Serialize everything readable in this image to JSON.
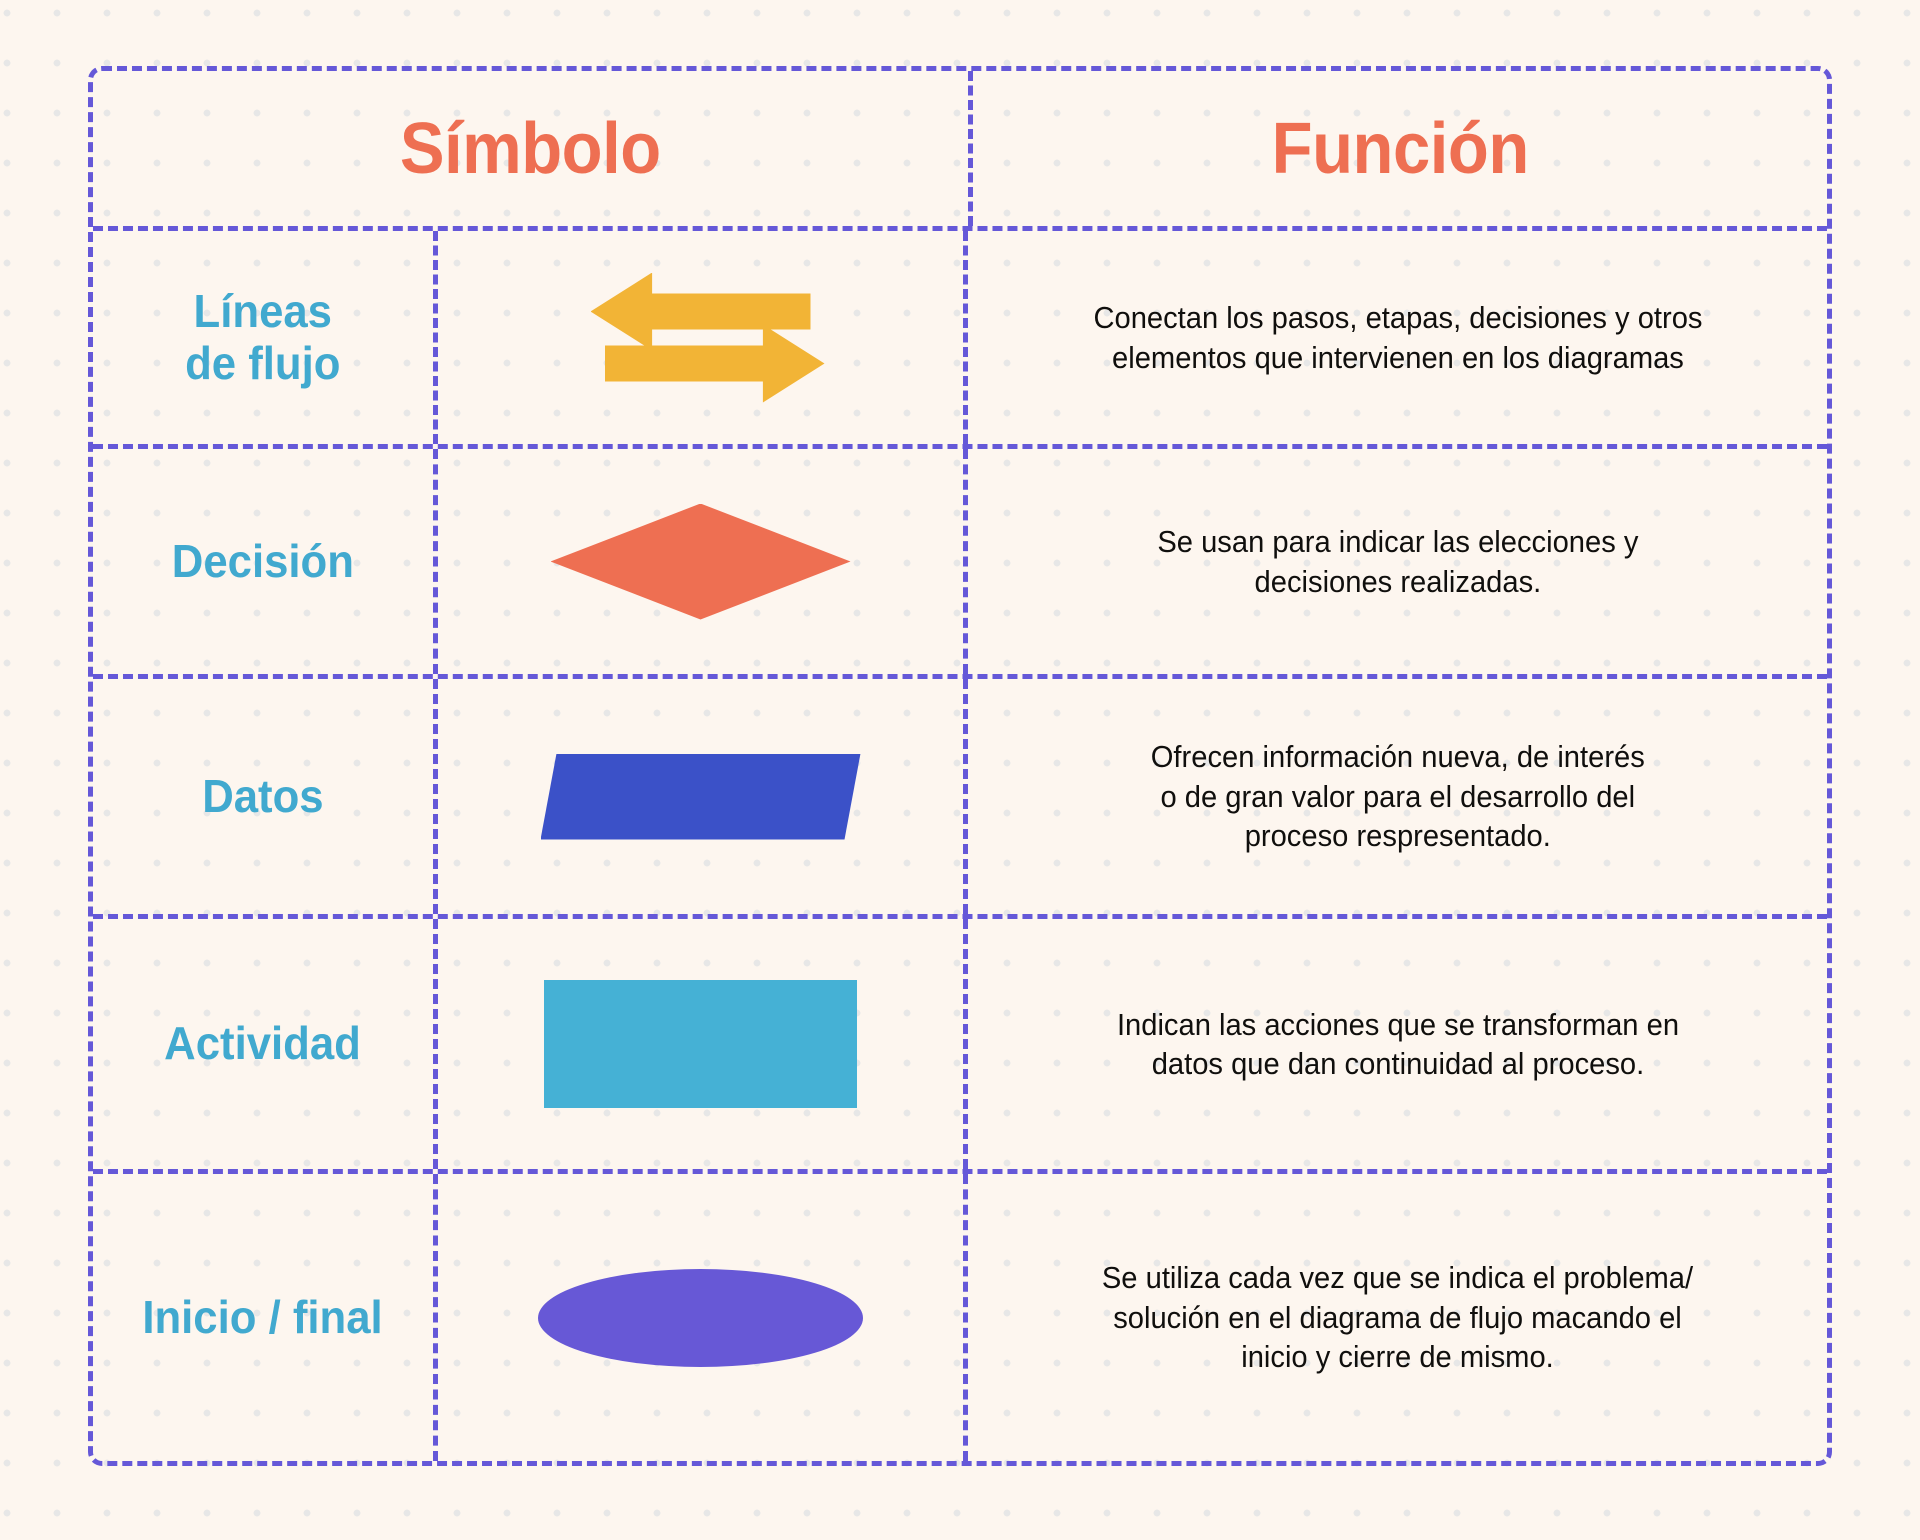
{
  "background": {
    "color": "#fdf6ef",
    "dot_color": "#dfe2e4",
    "border_color": "#6558d8"
  },
  "palette": {
    "header_accent": "#ee6f52",
    "label_accent": "#41a9cf",
    "arrow": "#f2b436",
    "diamond": "#ee6f52",
    "parallelogram": "#3b51c8",
    "rectangle": "#45b1d5",
    "ellipse": "#6758d6",
    "text": "#100f0d"
  },
  "header": {
    "symbol": "Símbolo",
    "function": "Función"
  },
  "rows": [
    {
      "label": "Líneas\nde flujo",
      "shape": "double-arrows",
      "description": "Conectan los pasos, etapas, decisiones y otros\nelementos que intervienen en los diagramas"
    },
    {
      "label": "Decisión",
      "shape": "diamond",
      "description": "Se usan para indicar las elecciones y\ndecisiones realizadas."
    },
    {
      "label": "Datos",
      "shape": "parallelogram",
      "description": "Ofrecen información nueva, de interés\no de gran valor para el desarrollo del\nproceso respresentado."
    },
    {
      "label": "Actividad",
      "shape": "rectangle",
      "description": "Indican las acciones que se transforman en\ndatos que dan continuidad al proceso."
    },
    {
      "label": "Inicio / final",
      "shape": "ellipse",
      "description": "Se utiliza cada vez que se indica el problema/\nsolución en el diagrama de flujo macando el\ninicio y cierre de mismo."
    }
  ]
}
